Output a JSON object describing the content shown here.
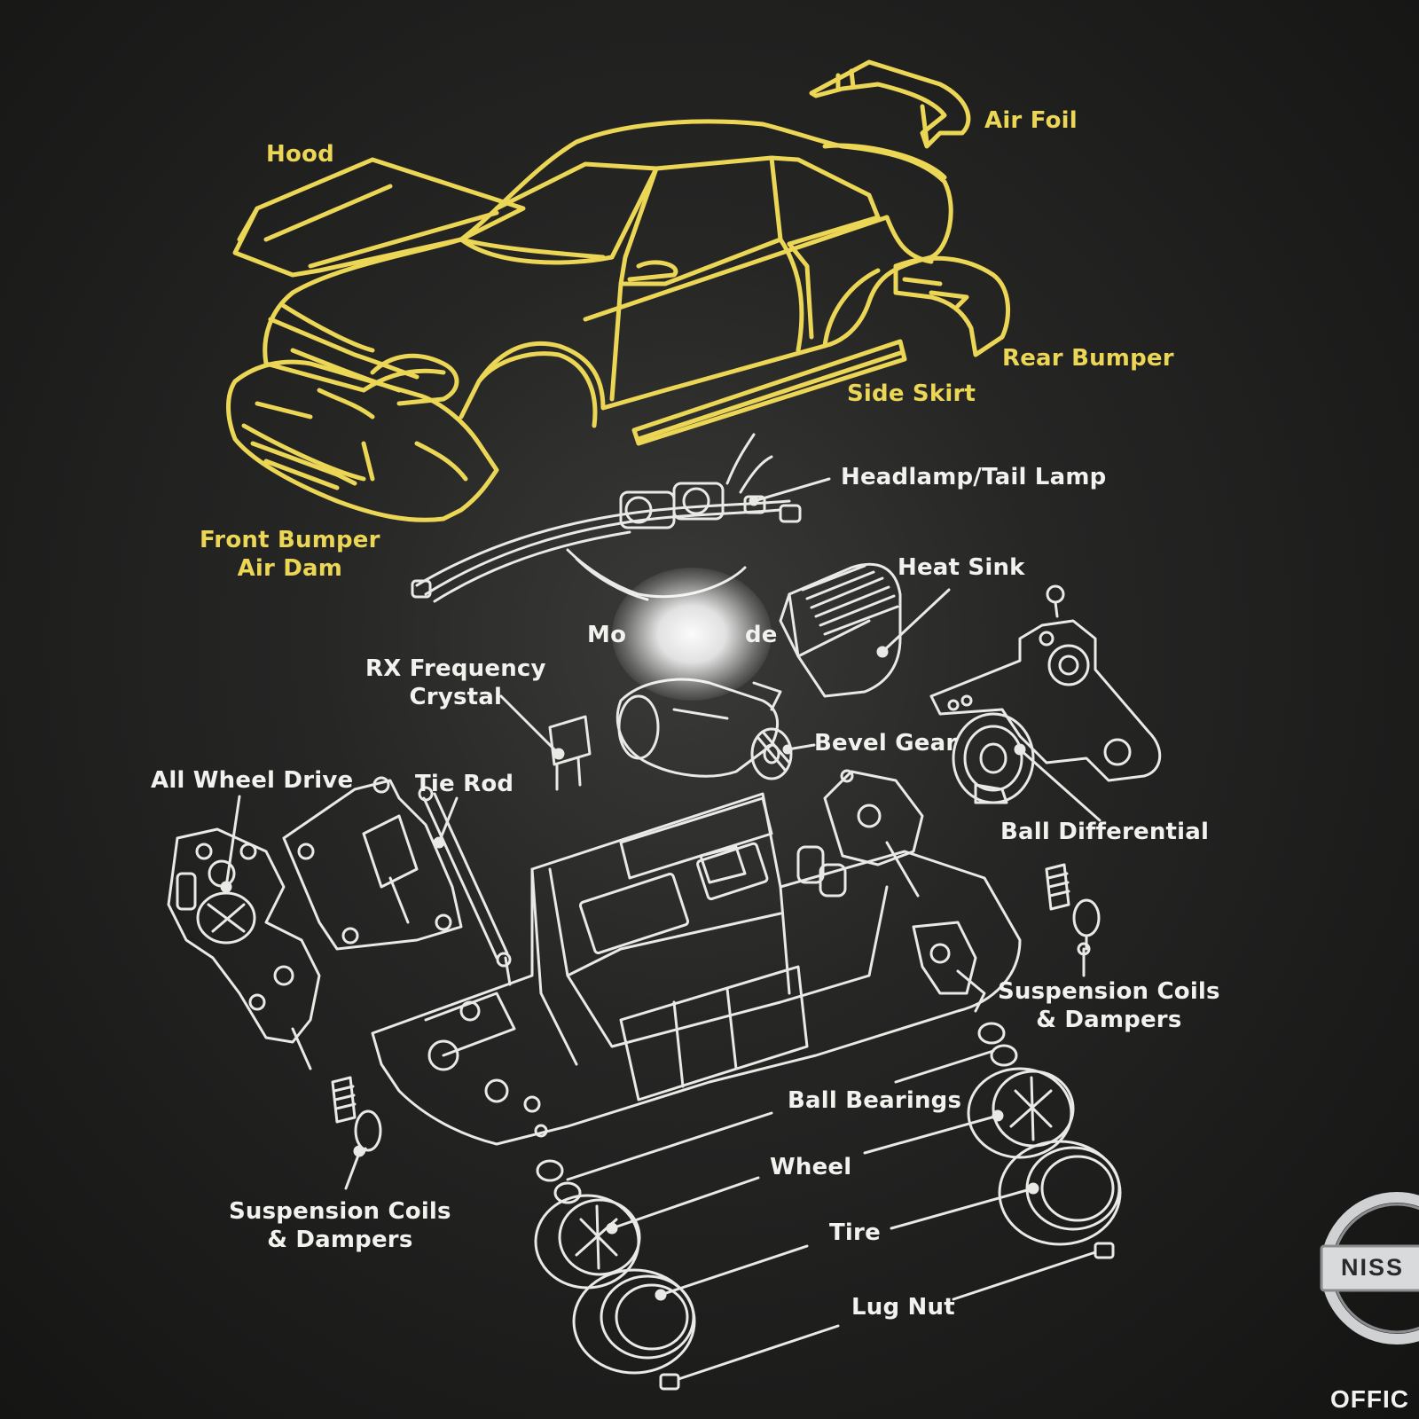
{
  "colors": {
    "body_lines": "#ecd655",
    "chassis_lines": "#e9e9e6",
    "background": "#1f1f1e"
  },
  "labels": {
    "hood": "Hood",
    "air_foil": "Air Foil",
    "rear_bumper": "Rear Bumper",
    "side_skirt": "Side Skirt",
    "front_bumper_air_dam": "Front Bumper\nAir Dam",
    "headlamp_tail_lamp": "Headlamp/Tail Lamp",
    "heat_sink": "Heat Sink",
    "motor_visible_start": "Mo",
    "motor_visible_end": "de",
    "rx_frequency_crystal": "RX Frequency\nCrystal",
    "bevel_gear": "Bevel Gear",
    "ball_differential": "Ball Differential",
    "all_wheel_drive": "All Wheel Drive",
    "tie_rod": "Tie Rod",
    "suspension_right": "Suspension Coils\n& Dampers",
    "suspension_left": "Suspension Coils\n& Dampers",
    "ball_bearings": "Ball Bearings",
    "wheel": "Wheel",
    "tire": "Tire",
    "lug_nut": "Lug Nut"
  },
  "logo": {
    "icon": "nissan-logo-icon",
    "text": "NISS"
  },
  "footer": {
    "text": "OFFIC"
  }
}
